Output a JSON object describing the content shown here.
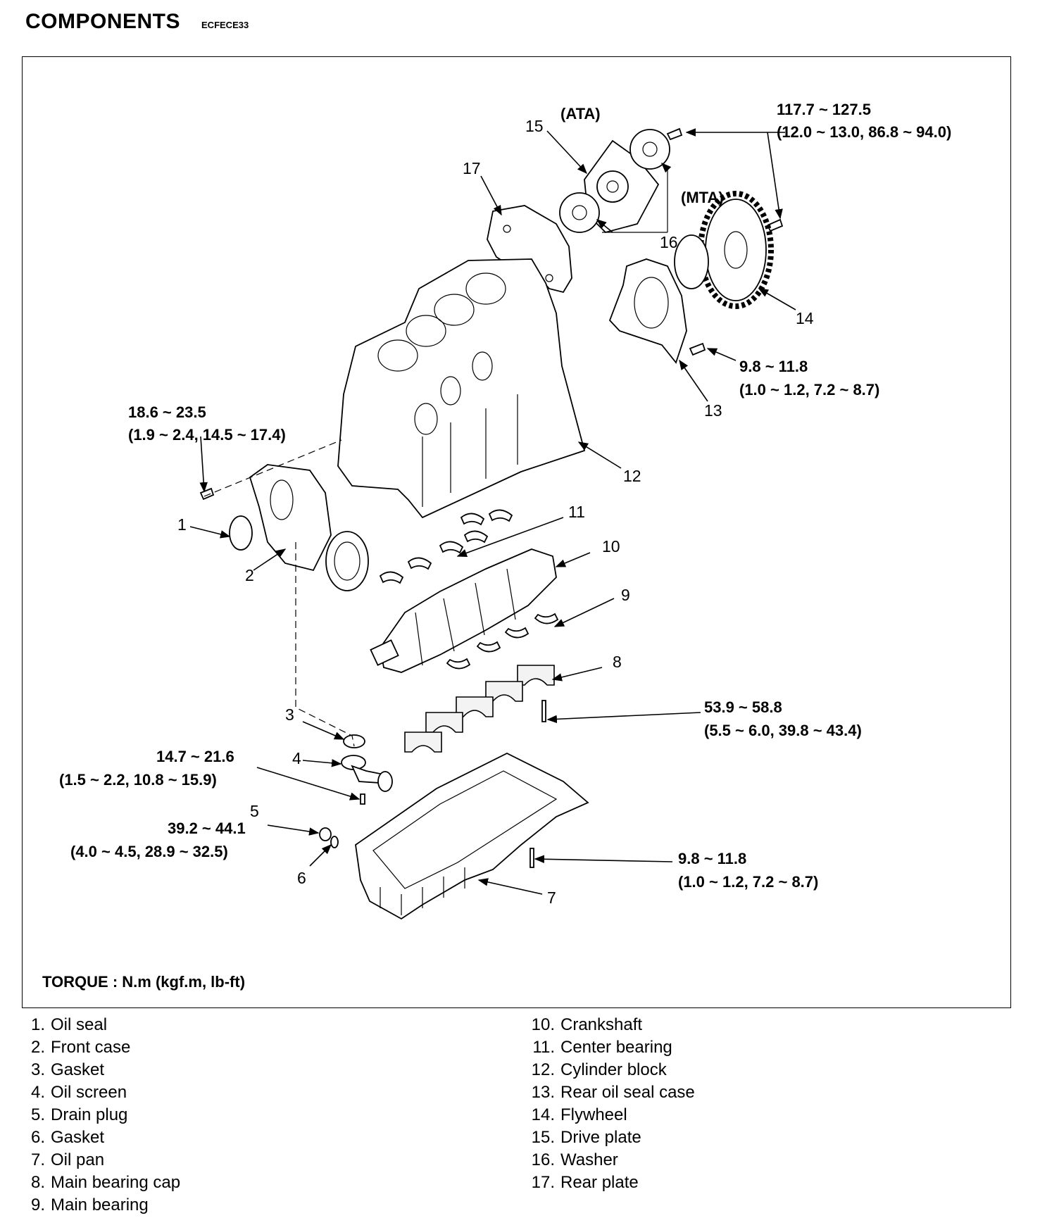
{
  "header": {
    "title": "COMPONENTS",
    "code": "ECFECE33"
  },
  "torque_note": "TORQUE : N.m (kgf.m, lb-ft)",
  "diagram": {
    "variant_labels": {
      "ata": "(ATA)",
      "mta": "(MTA)"
    },
    "torques": [
      {
        "id": "t1",
        "value": "117.7 ~ 127.5",
        "detail": "(12.0 ~ 13.0, 86.8 ~ 94.0)"
      },
      {
        "id": "t2",
        "value": "9.8 ~ 11.8",
        "detail": "(1.0 ~ 1.2, 7.2 ~ 8.7)"
      },
      {
        "id": "t3",
        "value": "18.6 ~ 23.5",
        "detail": "(1.9 ~ 2.4, 14.5 ~ 17.4)"
      },
      {
        "id": "t4",
        "value": "53.9 ~ 58.8",
        "detail": "(5.5 ~ 6.0, 39.8 ~ 43.4)"
      },
      {
        "id": "t5",
        "value": "14.7 ~ 21.6",
        "detail": "(1.5 ~ 2.2, 10.8 ~ 15.9)"
      },
      {
        "id": "t6",
        "value": "39.2 ~ 44.1",
        "detail": "(4.0 ~ 4.5, 28.9 ~ 32.5)"
      },
      {
        "id": "t7",
        "value": "9.8 ~ 11.8",
        "detail": "(1.0 ~ 1.2, 7.2 ~ 8.7)"
      }
    ],
    "callouts": [
      "1",
      "2",
      "3",
      "4",
      "5",
      "6",
      "7",
      "8",
      "9",
      "10",
      "11",
      "12",
      "13",
      "14",
      "15",
      "16",
      "17"
    ]
  },
  "legend": {
    "left": [
      {
        "num": "1.",
        "name": "Oil seal"
      },
      {
        "num": "2.",
        "name": "Front case"
      },
      {
        "num": "3.",
        "name": "Gasket"
      },
      {
        "num": "4.",
        "name": "Oil screen"
      },
      {
        "num": "5.",
        "name": "Drain plug"
      },
      {
        "num": "6.",
        "name": "Gasket"
      },
      {
        "num": "7.",
        "name": "Oil pan"
      },
      {
        "num": "8.",
        "name": "Main bearing cap"
      },
      {
        "num": "9.",
        "name": "Main bearing"
      }
    ],
    "right": [
      {
        "num": "10.",
        "name": "Crankshaft"
      },
      {
        "num": "11.",
        "name": "Center bearing"
      },
      {
        "num": "12.",
        "name": "Cylinder block"
      },
      {
        "num": "13.",
        "name": "Rear oil seal case"
      },
      {
        "num": "14.",
        "name": "Flywheel"
      },
      {
        "num": "15.",
        "name": "Drive plate"
      },
      {
        "num": "16.",
        "name": "Washer"
      },
      {
        "num": "17.",
        "name": "Rear plate"
      }
    ]
  }
}
